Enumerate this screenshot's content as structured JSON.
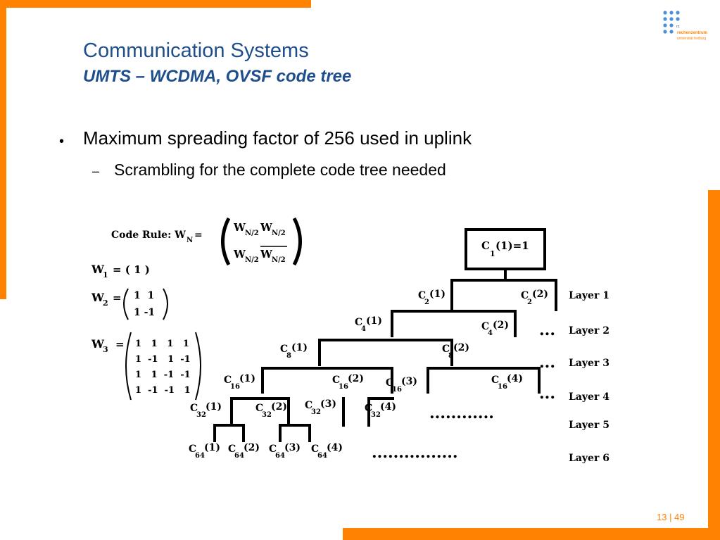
{
  "header": {
    "title": "Communication Systems",
    "subtitle": "UMTS – WCDMA, OVSF code tree"
  },
  "bullets": {
    "main": "Maximum  spreading factor of 256 used in uplink",
    "sub": "Scrambling for the complete code tree needed",
    "main_marker": "•",
    "sub_marker": "–"
  },
  "logo": {
    "line1": "rechenzentrum",
    "line2": "universität freiburg",
    "abbrev": "rz",
    "icon": "dot-grid-logo-icon"
  },
  "footer": {
    "page": "13 | 49"
  },
  "colors": {
    "accent": "#ff8200",
    "title": "#1f4e8c"
  },
  "figure": {
    "code_rule_label": "Code Rule: W",
    "code_rule_sub": "N",
    "code_rule_eq": "=",
    "w1_label": "W",
    "w1_sub": "1",
    "w1_value": "= ( 1 )",
    "w2_label": "W",
    "w2_sub": "2",
    "w3_label": "W",
    "w3_sub": "3",
    "root": "C",
    "root_sub": "1",
    "root_suffix": "(1)=1",
    "layers": [
      "Layer 1",
      "Layer 2",
      "Layer 3",
      "Layer 4",
      "Layer 5",
      "Layer 6"
    ],
    "continuation": "...",
    "dots_long": "............",
    "dots_longer": "................",
    "w2_rows": [
      "1  1",
      "1 -1"
    ],
    "w3_rows": [
      "1   1   1   1",
      "1  -1   1  -1",
      "1   1  -1  -1",
      "1  -1  -1   1"
    ]
  }
}
